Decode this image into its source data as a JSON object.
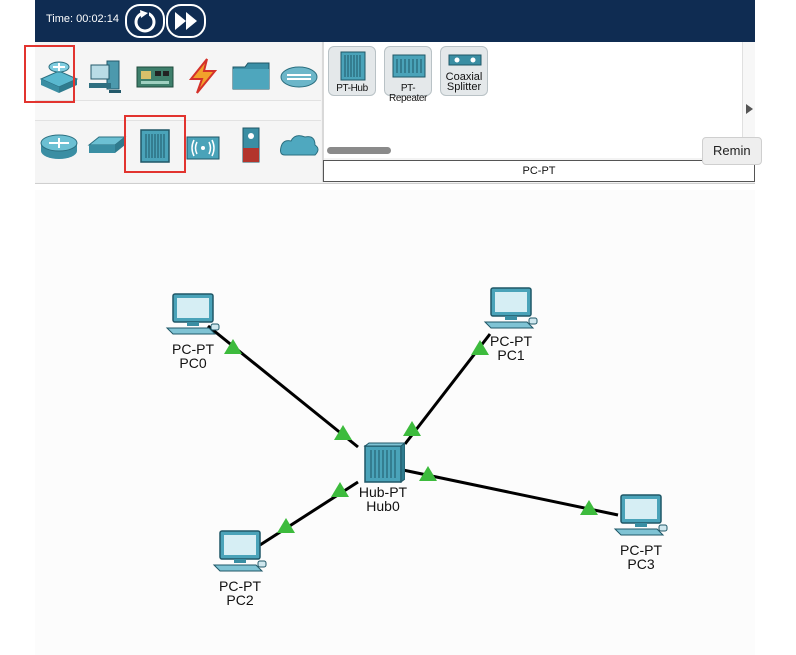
{
  "toolbar": {
    "time_label": "Time: 00:02:14",
    "reset_icon": "reset-timer-icon",
    "fast_forward_icon": "fast-forward-icon"
  },
  "categories": {
    "top_row": [
      "network-devices-icon",
      "end-devices-icon",
      "components-icon",
      "connections-icon",
      "miscellaneous-icon",
      "multiuser-icon"
    ],
    "bottom_row": [
      "routers-icon",
      "switches-icon",
      "hubs-icon",
      "wireless-devices-icon",
      "security-icon",
      "wan-emulation-icon"
    ],
    "selected_top": "network-devices-icon",
    "selected_bottom": "hubs-icon"
  },
  "devices": [
    {
      "id": "pt-hub",
      "label": "PT-Hub"
    },
    {
      "id": "pt-repeater",
      "label": "PT-Repeater"
    },
    {
      "id": "coaxial-splitter",
      "label_line1": "Coaxial",
      "label_line2": "Splitter"
    }
  ],
  "selected_device_name": "PC-PT",
  "tooltip_text": "Remin",
  "topology": {
    "nodes": [
      {
        "id": "pc0",
        "model": "PC-PT",
        "name": "PC0"
      },
      {
        "id": "pc1",
        "model": "PC-PT",
        "name": "PC1"
      },
      {
        "id": "pc2",
        "model": "PC-PT",
        "name": "PC2"
      },
      {
        "id": "pc3",
        "model": "PC-PT",
        "name": "PC3"
      },
      {
        "id": "hub0",
        "model": "Hub-PT",
        "name": "Hub0"
      }
    ],
    "links": [
      {
        "from": "pc0",
        "to": "hub0",
        "status": "up"
      },
      {
        "from": "pc1",
        "to": "hub0",
        "status": "up"
      },
      {
        "from": "pc2",
        "to": "hub0",
        "status": "up"
      },
      {
        "from": "pc3",
        "to": "hub0",
        "status": "up"
      }
    ],
    "link_up_color": "#3dbb3d"
  },
  "colors": {
    "titlebar": "#0f2c52",
    "selection": "#e2342f",
    "device_teal": "#3d9bb0"
  }
}
